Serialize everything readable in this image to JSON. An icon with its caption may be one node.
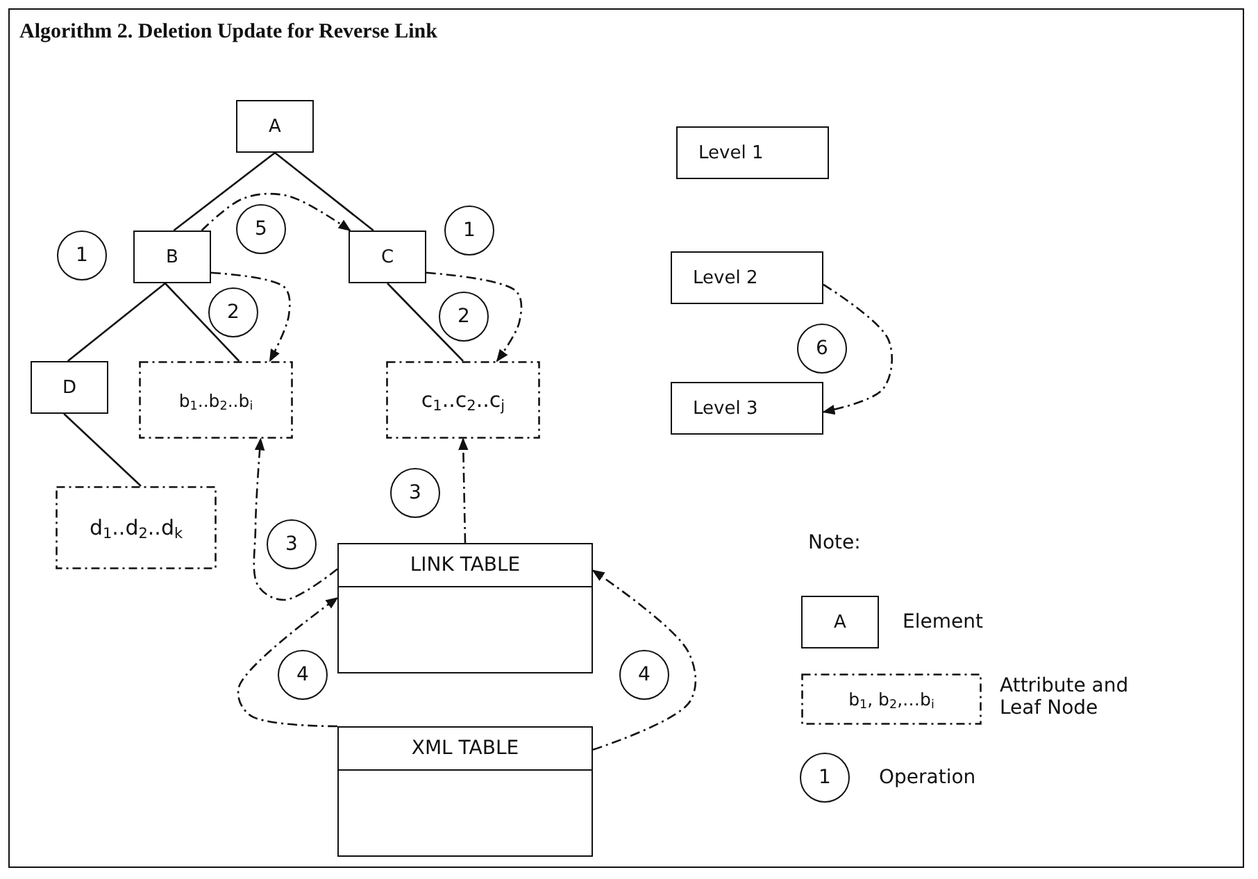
{
  "diagram": {
    "title": "Algorithm 2. Deletion Update for Reverse Link",
    "nodes": [
      {
        "text": [
          "A"
        ]
      },
      {
        "text": [
          "Level 1"
        ]
      },
      {
        "text": [
          "1"
        ]
      },
      {
        "text": [
          "B"
        ]
      },
      {
        "text": [
          "5"
        ]
      },
      {
        "text": [
          "C"
        ]
      },
      {
        "text": [
          "1"
        ]
      },
      {
        "text": [
          "Level 2"
        ]
      },
      {
        "text": [
          "2"
        ]
      },
      {
        "text": [
          "2"
        ]
      },
      {
        "text": [
          "6"
        ]
      },
      {
        "text": [
          "D"
        ]
      },
      {
        "text": [
          "b$_{1}$..b$_{2}$..b$_{i}$"
        ]
      },
      {
        "text": [
          "c$_{1}$..c$_{2}$..c$_{j}$"
        ]
      },
      {
        "text": [
          "Level 3"
        ]
      },
      {
        "text": [
          "3"
        ]
      },
      {
        "text": [
          "d$_{1}$..d$_{2}$..d$_{k}$"
        ]
      },
      {
        "text": [
          "3"
        ]
      },
      {
        "text": [
          "LINK TABLE"
        ]
      },
      {
        "text": [
          "A"
        ],
        "beside": [
          "Element"
        ]
      },
      {
        "text": [
          "4"
        ]
      },
      {
        "text": [
          "4"
        ]
      },
      {
        "text": [
          "b$_{1}$, b$_{2}$,…b$_{i}$"
        ],
        "beside": [
          "Attribute and Leaf Node"
        ]
      },
      {
        "text": [
          "XML TABLE"
        ]
      },
      {
        "text": [
          "1"
        ],
        "beside": [
          "Operation"
        ]
      }
    ],
    "edges": [
      {
        "from": 0,
        "to": 3,
        "arrow": "none"
      },
      {
        "from": 0,
        "to": 5,
        "arrow": "none"
      },
      {
        "from": 3,
        "to": 11,
        "arrow": "none"
      },
      {
        "from": 3,
        "to": 12,
        "arrow": "none"
      },
      {
        "from": 5,
        "to": 13,
        "arrow": "none"
      },
      {
        "from": 11,
        "to": 16,
        "arrow": "none"
      },
      {
        "from": 3,
        "to": 5,
        "arrow": "to",
        "style": "dashed"
      },
      {
        "from": 3,
        "to": 12,
        "arrow": "to",
        "style": "dashed"
      },
      {
        "from": 5,
        "to": 13,
        "arrow": "to",
        "style": "dashed"
      },
      {
        "from": 18,
        "to": 12,
        "arrow": "to",
        "style": "dashed"
      },
      {
        "from": 18,
        "to": 13,
        "arrow": "to",
        "style": "dashed"
      },
      {
        "from": 23,
        "to": 18,
        "arrow": "to",
        "style": "dashed"
      },
      {
        "from": 23,
        "to": 18,
        "arrow": "to",
        "style": "dashed"
      },
      {
        "from": 7,
        "to": 14,
        "arrow": "to",
        "style": "dashed"
      }
    ],
    "labels": [
      "Note:"
    ]
  }
}
